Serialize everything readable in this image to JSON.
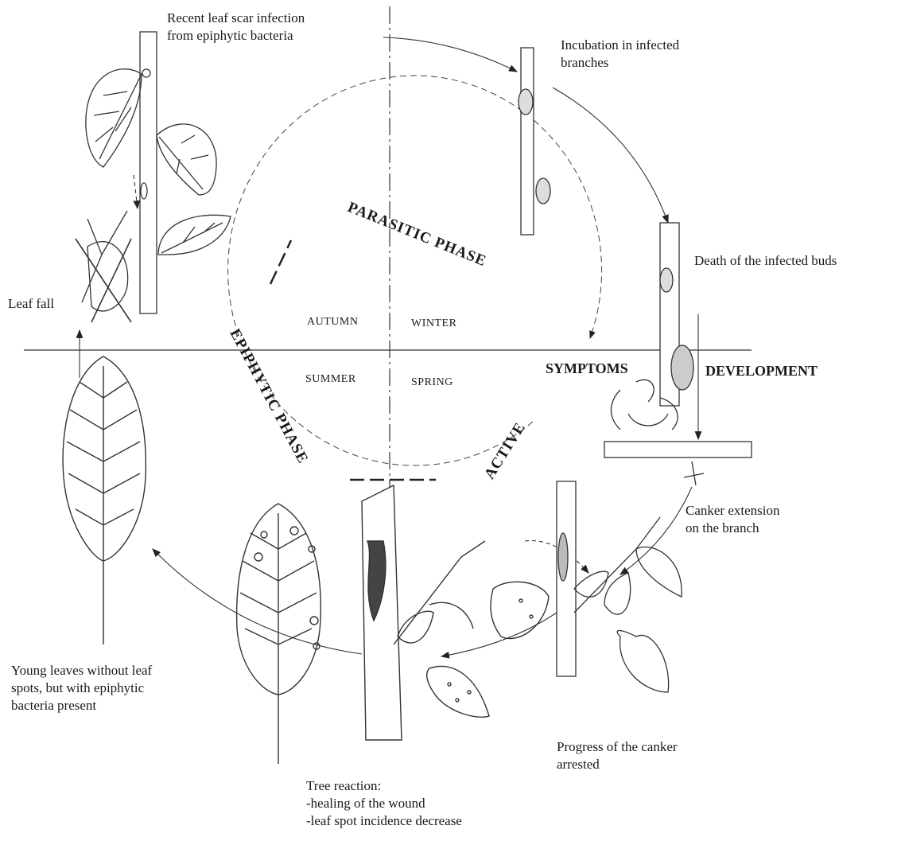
{
  "labels": {
    "leaf_scar": [
      "Recent leaf scar infection",
      "from epiphytic bacteria"
    ],
    "incubation": [
      "Incubation in infected",
      "branches"
    ],
    "death": "Death of the infected buds",
    "leaf_fall": "Leaf fall",
    "canker_extension": [
      "Canker extension",
      "on the branch"
    ],
    "young_leaves": [
      "Young leaves without leaf",
      "spots, but with epiphytic",
      "bacteria present"
    ],
    "progress": [
      "Progress of the canker",
      "arrested"
    ],
    "tree_reaction": [
      "Tree reaction:",
      "-healing of the wound",
      "-leaf spot incidence decrease"
    ]
  },
  "seasons": {
    "autumn": "AUTUMN",
    "winter": "WINTER",
    "summer": "SUMMER",
    "spring": "SPRING"
  },
  "phases": {
    "parasitic": "PARASITIC PHASE",
    "epiphytic": "EPIPHYTIC PHASE",
    "active": "ACTIVE",
    "symptoms": "SYMPTOMS",
    "development": "DEVELOPMENT"
  },
  "icons": [
    "twig-with-leaves-icon",
    "infected-branch-icon",
    "infected-bud-icon",
    "canker-branch-icon",
    "healthy-leaf-icon",
    "spotted-leaf-icon",
    "wounded-trunk-icon"
  ]
}
